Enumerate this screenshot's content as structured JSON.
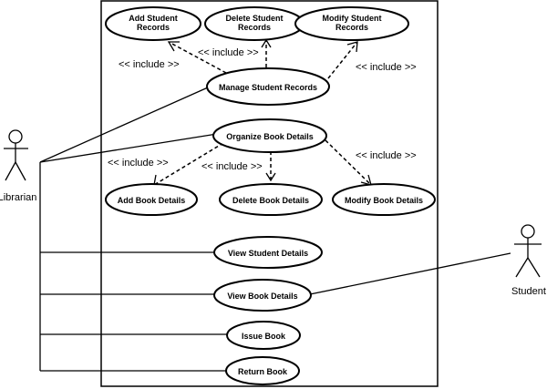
{
  "actors": {
    "librarian": {
      "name": "Librarian"
    },
    "student": {
      "name": "Student"
    }
  },
  "use_cases": {
    "add_student_records": [
      "Add Student",
      "Records"
    ],
    "delete_student_records": [
      "Delete Student",
      "Records"
    ],
    "modify_student_records": [
      "Modify Student",
      "Records"
    ],
    "manage_student_records": [
      "Manage Student Records"
    ],
    "organize_book_details": [
      "Organize Book Details"
    ],
    "add_book_details": [
      "Add Book Details"
    ],
    "delete_book_details": [
      "Delete Book Details"
    ],
    "modify_book_details": [
      "Modify Book Details"
    ],
    "view_student_details": [
      "View Student Details"
    ],
    "view_book_details": [
      "View Book Details"
    ],
    "issue_book": [
      "Issue Book"
    ],
    "return_book": [
      "Return Book"
    ]
  },
  "relations": {
    "include_label": "<< include >>",
    "includes": [
      {
        "from": "manage_student_records",
        "to": "add_student_records"
      },
      {
        "from": "manage_student_records",
        "to": "delete_student_records"
      },
      {
        "from": "manage_student_records",
        "to": "modify_student_records"
      },
      {
        "from": "organize_book_details",
        "to": "add_book_details"
      },
      {
        "from": "organize_book_details",
        "to": "delete_book_details"
      },
      {
        "from": "organize_book_details",
        "to": "modify_book_details"
      }
    ],
    "associations": [
      {
        "actor": "librarian",
        "use_case": "manage_student_records"
      },
      {
        "actor": "librarian",
        "use_case": "organize_book_details"
      },
      {
        "actor": "librarian",
        "use_case": "view_student_details"
      },
      {
        "actor": "librarian",
        "use_case": "view_book_details"
      },
      {
        "actor": "librarian",
        "use_case": "issue_book"
      },
      {
        "actor": "librarian",
        "use_case": "return_book"
      },
      {
        "actor": "student",
        "use_case": "view_book_details"
      }
    ]
  }
}
